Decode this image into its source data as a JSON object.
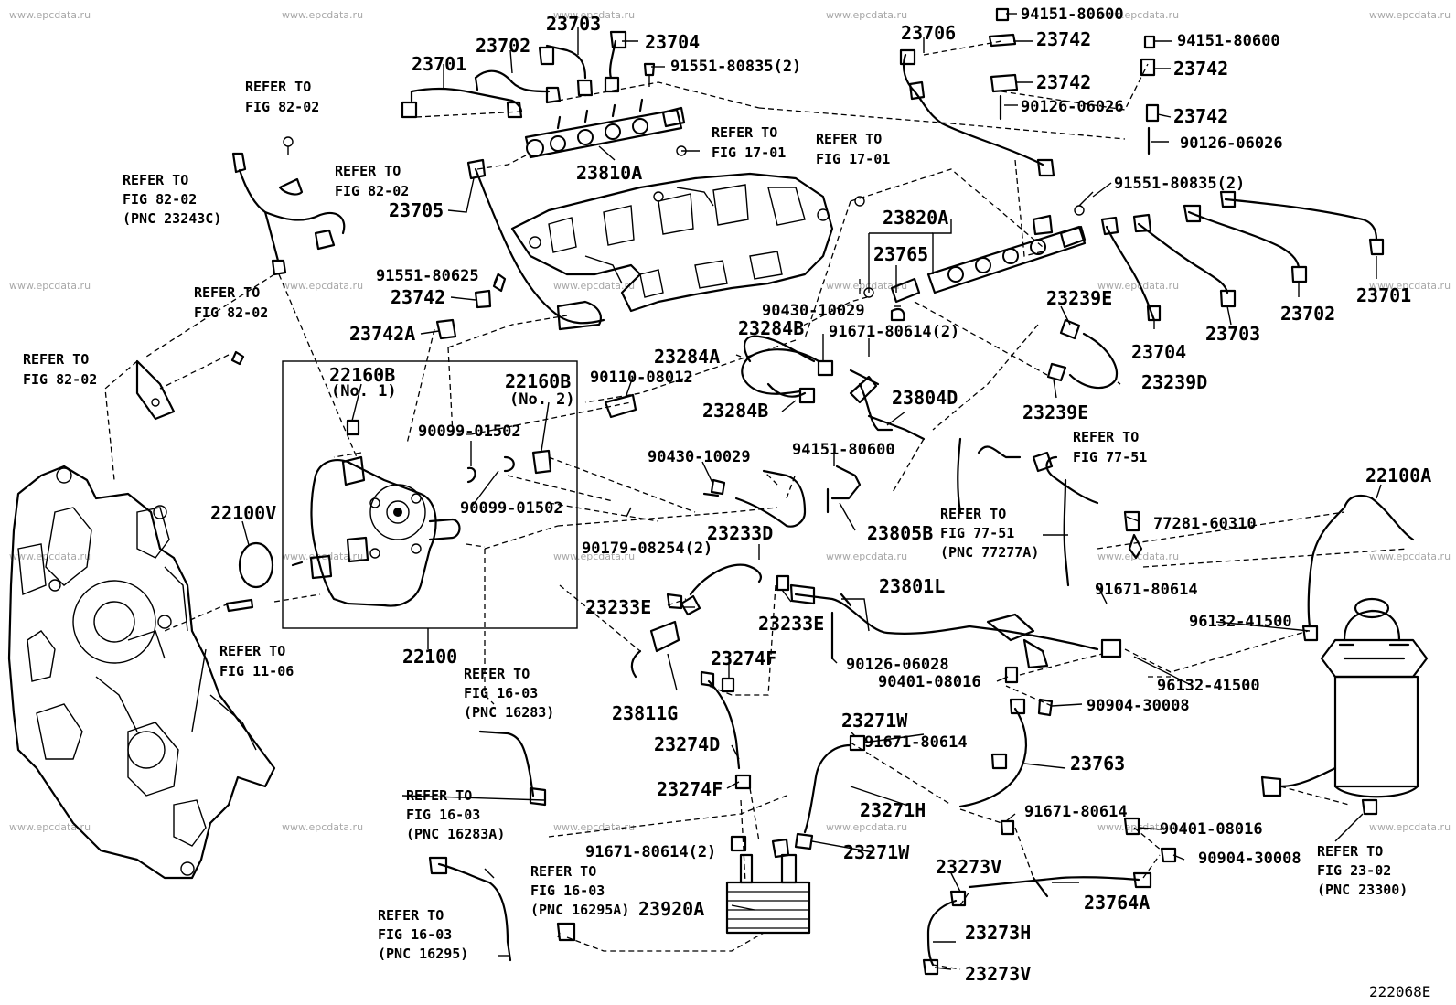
{
  "watermark": "www.epcdata.ru",
  "figure_id": "222068E",
  "refs": {
    "r1": [
      "REFER TO",
      "FIG 82-02"
    ],
    "r2": [
      "REFER TO",
      "FIG 82-02"
    ],
    "r3": [
      "REFER TO",
      "FIG 82-02",
      "(PNC 23243C)"
    ],
    "r4": [
      "REFER TO",
      "FIG 82-02"
    ],
    "r5": [
      "REFER TO",
      "FIG 82-02"
    ],
    "r6": [
      "REFER TO",
      "FIG 17-01"
    ],
    "r7": [
      "REFER TO",
      "FIG 17-01"
    ],
    "r8": [
      "REFER TO",
      "FIG 11-06"
    ],
    "r9": [
      "REFER TO",
      "FIG 16-03",
      "(PNC 16283)"
    ],
    "r10": [
      "REFER TO",
      "FIG 16-03",
      "(PNC 16283A)"
    ],
    "r11": [
      "REFER TO",
      "FIG 16-03",
      "(PNC 16295A)"
    ],
    "r12": [
      "REFER TO",
      "FIG 16-03",
      "(PNC 16295)"
    ],
    "r13": [
      "REFER TO",
      "FIG 77-51"
    ],
    "r14": [
      "REFER TO",
      "FIG 77-51",
      "(PNC 77277A)"
    ],
    "r15": [
      "REFER TO",
      "FIG 23-02",
      "(PNC 23300)"
    ]
  },
  "parts": {
    "p23703": "23703",
    "p23702a": "23702",
    "p23704a": "23704",
    "p23701a": "23701",
    "p91551a": "91551-80835(2)",
    "p23810A": "23810A",
    "p23705": "23705",
    "p91551b": "91551-80625",
    "p23742a": "23742",
    "p23742A": "23742A",
    "p23706": "23706",
    "p94151a": "94151-80600",
    "p23742b": "23742",
    "p23742c": "23742",
    "p90126a": "90126-06026",
    "p94151b": "94151-80600",
    "p23742d": "23742",
    "p23742e": "23742",
    "p90126b": "90126-06026",
    "p91551c": "91551-80835(2)",
    "p23820A": "23820A",
    "p23765": "23765",
    "p90430a": "90430-10029",
    "p23701b": "23701",
    "p23702b": "23702",
    "p23703b": "23703",
    "p23704b": "23704",
    "p23239Ea": "23239E",
    "p23239D": "23239D",
    "p23239Eb": "23239E",
    "p23284B1": "23284B",
    "p91671a": "91671-80614(2)",
    "p23284A": "23284A",
    "p23284B2": "23284B",
    "p23804D": "23804D",
    "p22160B1": "22160B",
    "p22160B1n": "(No. 1)",
    "p22160B2": "22160B",
    "p22160B2n": "(No. 2)",
    "p90110": "90110-08012",
    "p90099a": "90099-01502",
    "p90099b": "90099-01502",
    "p90179": "90179-08254(2)",
    "p22100V": "22100V",
    "p22100": "22100",
    "p90430b": "90430-10029",
    "p94151c": "94151-80600",
    "p23805B": "23805B",
    "p23233D": "23233D",
    "p23233Ea": "23233E",
    "p23233Eb": "23233E",
    "p23801L": "23801L",
    "p23811G": "23811G",
    "p23274Fa": "23274F",
    "p90126c": "90126-06028",
    "p23274D": "23274D",
    "p23274Fb": "23274F",
    "p90401a": "90401-08016",
    "p90904a": "90904-30008",
    "p23763": "23763",
    "p23271Wa": "23271W",
    "p91671b": "91671-80614",
    "p23271H": "23271H",
    "p23271Wb": "23271W",
    "p91671c": "91671-80614(2)",
    "p23920A": "23920A",
    "p91671d": "91671-80614",
    "p90401b": "90401-08016",
    "p90904b": "90904-30008",
    "p23273Va": "23273V",
    "p23273H": "23273H",
    "p23273Vb": "23273V",
    "p23764A": "23764A",
    "p22100A": "22100A",
    "p77281": "77281-60310",
    "p91671e": "91671-80614",
    "p96132a": "96132-41500",
    "p96132b": "96132-41500"
  }
}
